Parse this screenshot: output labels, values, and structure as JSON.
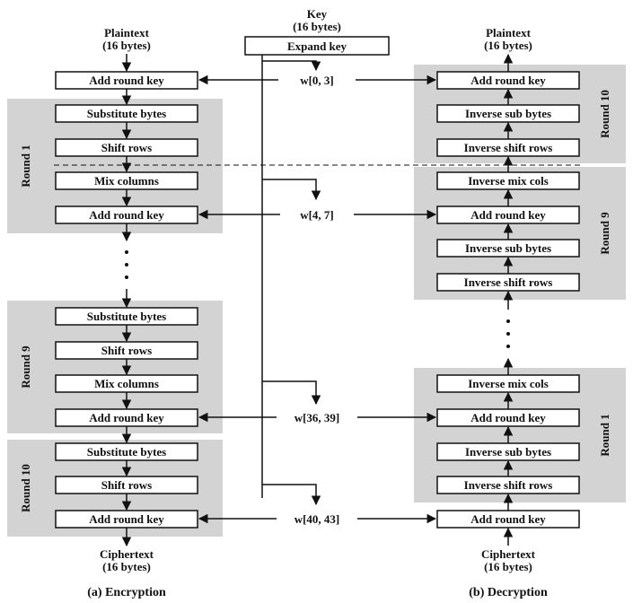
{
  "encryption": {
    "input_label": "Plaintext",
    "input_size": "(16 bytes)",
    "output_label": "Ciphertext",
    "output_size": "(16 bytes)",
    "caption": "(a) Encryption",
    "initial_add_round_key": "Add round key",
    "round1": {
      "label": "Round 1",
      "steps": [
        "Substitute bytes",
        "Shift rows",
        "Mix columns",
        "Add round key"
      ]
    },
    "round9": {
      "label": "Round 9",
      "steps": [
        "Substitute bytes",
        "Shift rows",
        "Mix columns",
        "Add round key"
      ]
    },
    "round10": {
      "label": "Round 10",
      "steps": [
        "Substitute bytes",
        "Shift rows",
        "Add round key"
      ]
    }
  },
  "key_schedule": {
    "key_label": "Key",
    "key_size": "(16 bytes)",
    "expand_key": "Expand key",
    "words": [
      "w[0, 3]",
      "w[4, 7]",
      "w[36, 39]",
      "w[40, 43]"
    ]
  },
  "decryption": {
    "input_label": "Ciphertext",
    "input_size": "(16 bytes)",
    "output_label": "Plaintext",
    "output_size": "(16 bytes)",
    "caption": "(b) Decryption",
    "initial_add_round_key": "Add round key",
    "round1": {
      "label": "Round 1",
      "steps": [
        "Inverse shift rows",
        "Inverse sub bytes",
        "Add round key",
        "Inverse mix cols"
      ]
    },
    "round9": {
      "label": "Round 9",
      "steps": [
        "Inverse shift rows",
        "Inverse sub bytes",
        "Add round key",
        "Inverse mix cols"
      ]
    },
    "round10": {
      "label": "Round 10",
      "steps": [
        "Inverse shift rows",
        "Inverse sub bytes",
        "Add round key"
      ]
    }
  }
}
